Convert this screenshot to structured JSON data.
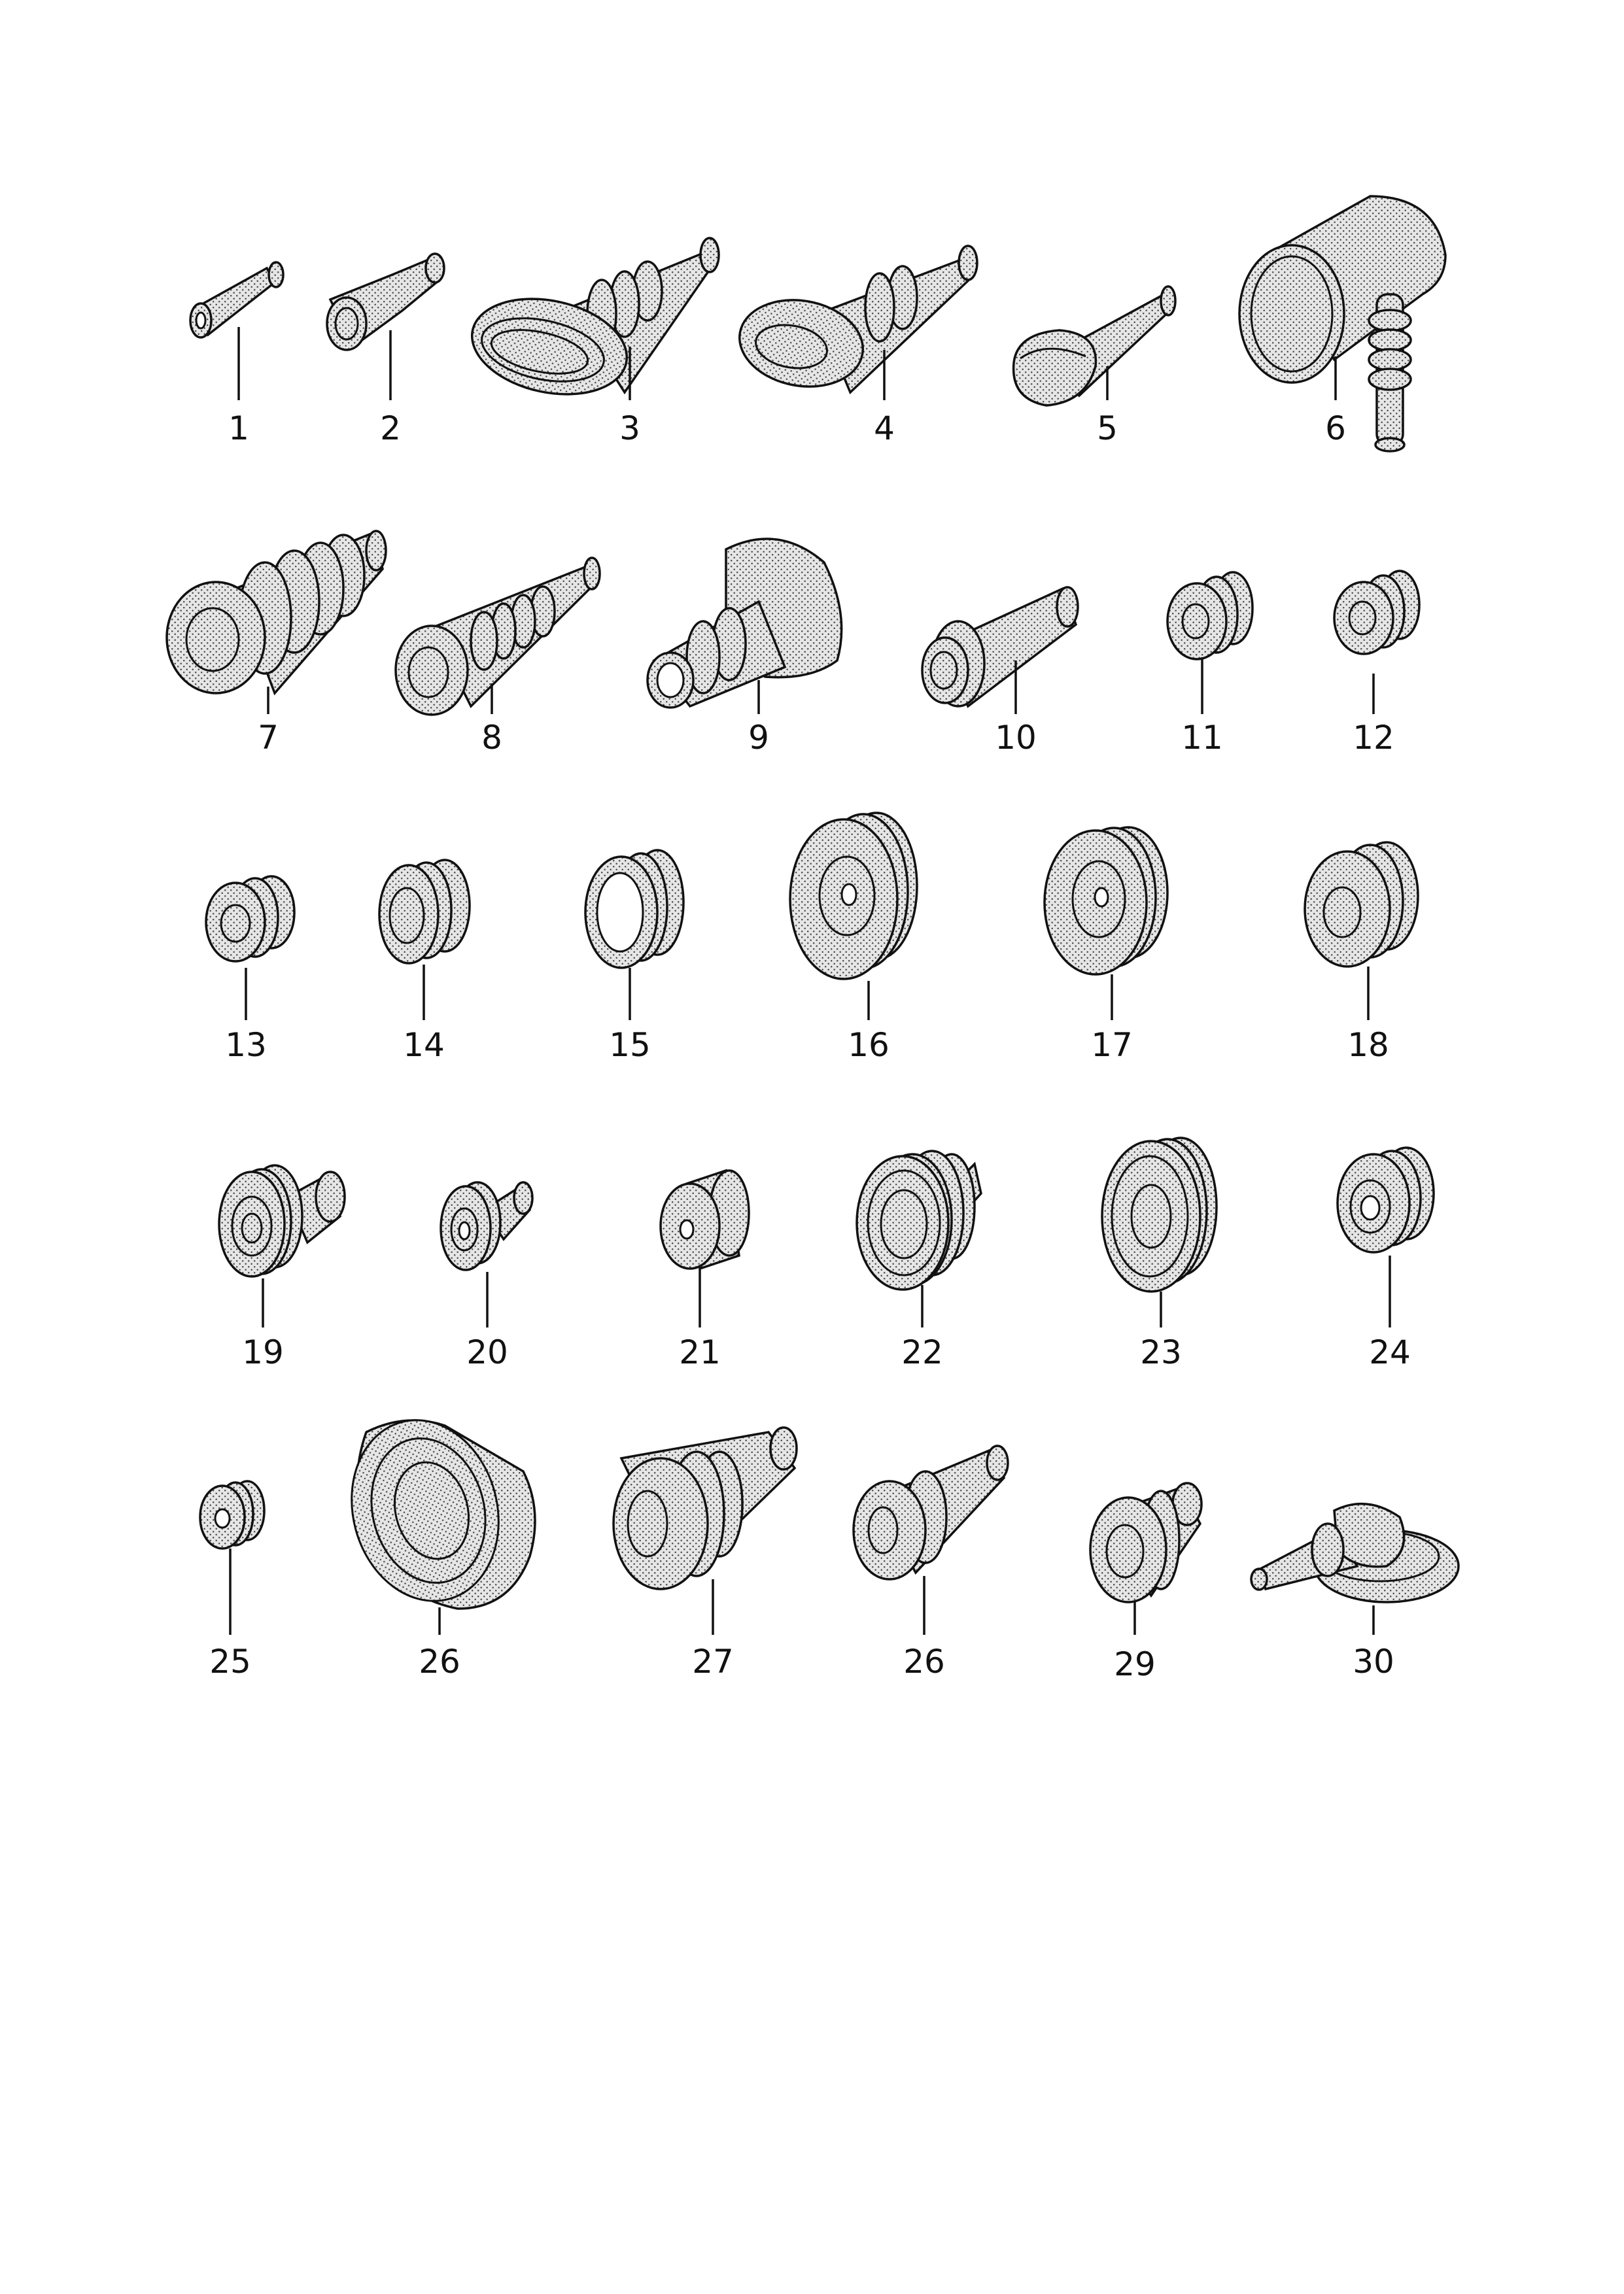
{
  "diagram": {
    "style": {
      "line_color": "#111111",
      "fill_color": "#e6e6e6",
      "dot_color": "#4a4a4a",
      "background": "#ffffff"
    },
    "parts": [
      {
        "label": "1",
        "icon": "cable-grommet-small-icon"
      },
      {
        "label": "2",
        "icon": "cable-grommet-tapered-icon"
      },
      {
        "label": "3",
        "icon": "oval-bellows-grommet-icon"
      },
      {
        "label": "4",
        "icon": "oval-bellows-grommet-icon"
      },
      {
        "label": "5",
        "icon": "tapered-plug-grommet-icon"
      },
      {
        "label": "6",
        "icon": "angled-bellows-boot-icon"
      },
      {
        "label": "7",
        "icon": "bellows-grommet-large-icon"
      },
      {
        "label": "8",
        "icon": "bellows-grommet-long-icon"
      },
      {
        "label": "9",
        "icon": "flanged-bellows-grommet-icon"
      },
      {
        "label": "10",
        "icon": "tapered-sleeve-grommet-icon"
      },
      {
        "label": "11",
        "icon": "ring-grommet-icon"
      },
      {
        "label": "12",
        "icon": "ring-grommet-icon"
      },
      {
        "label": "13",
        "icon": "ring-grommet-icon"
      },
      {
        "label": "14",
        "icon": "ring-grommet-icon"
      },
      {
        "label": "15",
        "icon": "open-ring-grommet-icon"
      },
      {
        "label": "16",
        "icon": "disc-grommet-icon"
      },
      {
        "label": "17",
        "icon": "disc-grommet-icon"
      },
      {
        "label": "18",
        "icon": "ring-grommet-icon"
      },
      {
        "label": "19",
        "icon": "stepped-grommet-icon"
      },
      {
        "label": "20",
        "icon": "stepped-grommet-icon"
      },
      {
        "label": "21",
        "icon": "ring-grommet-icon"
      },
      {
        "label": "22",
        "icon": "stepped-disc-grommet-icon"
      },
      {
        "label": "23",
        "icon": "disc-grommet-icon"
      },
      {
        "label": "24",
        "icon": "ring-grommet-icon"
      },
      {
        "label": "25",
        "icon": "ring-grommet-small-icon"
      },
      {
        "label": "26",
        "icon": "cone-grommet-large-icon"
      },
      {
        "label": "27",
        "icon": "cone-sleeve-grommet-icon"
      },
      {
        "label": "26",
        "icon": "cone-sleeve-grommet-icon"
      },
      {
        "label": "29",
        "icon": "cone-grommet-small-icon"
      },
      {
        "label": "30",
        "icon": "angled-flange-grommet-icon"
      }
    ]
  }
}
